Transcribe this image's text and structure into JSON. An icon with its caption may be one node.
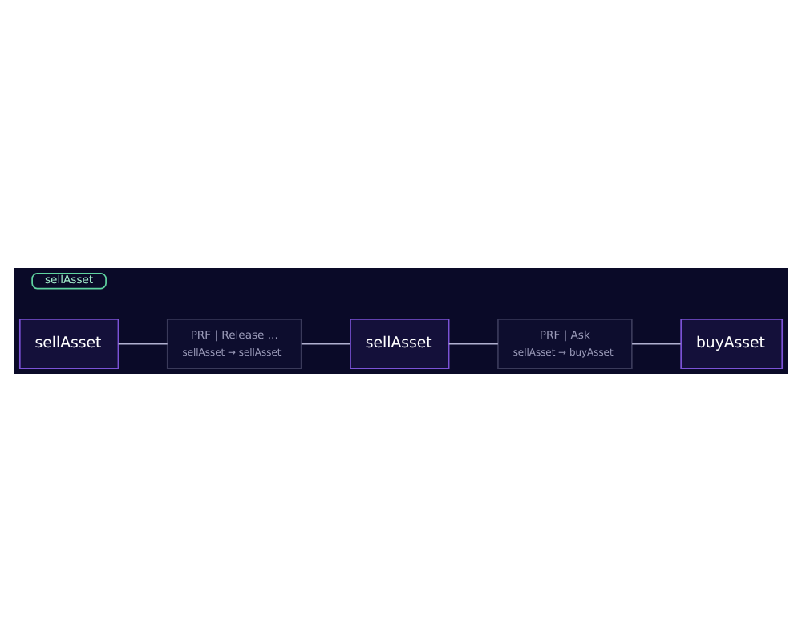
{
  "diagram": {
    "nodes": [
      {
        "text": [
          "sellAsset"
        ],
        "beside": [
          "sellAsset"
        ]
      },
      {
        "text": [
          "PRF | Release ...",
          "sellAsset → sellAsset"
        ]
      },
      {
        "text": [
          "sellAsset"
        ]
      },
      {
        "text": [
          "PRF | Ask",
          "sellAsset → buyAsset"
        ]
      },
      {
        "text": [
          "buyAsset"
        ]
      }
    ],
    "edges": [
      {
        "from": 0,
        "to": 1,
        "arrow": "none"
      },
      {
        "from": 1,
        "to": 2,
        "arrow": "none"
      },
      {
        "from": 2,
        "to": 3,
        "arrow": "none"
      },
      {
        "from": 3,
        "to": 4,
        "arrow": "none"
      }
    ]
  }
}
